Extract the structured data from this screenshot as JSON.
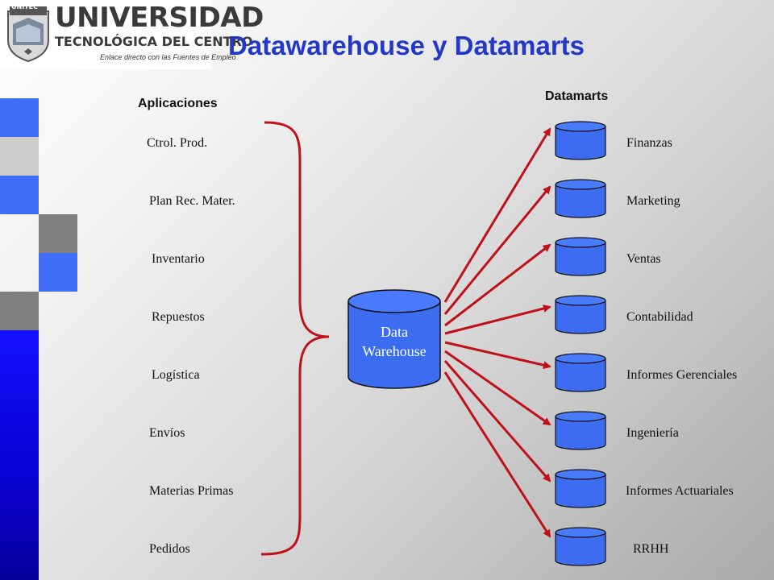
{
  "logo": {
    "badge": "UNITEC",
    "line1": "UNIVERSIDAD",
    "line2": "TECNOLÓGICA DEL CENTRO",
    "line3": "Enlace directo con las Fuentes de Empleo"
  },
  "title": "Datawarehouse y Datamarts",
  "applications": {
    "heading": "Aplicaciones",
    "items": [
      "Ctrol. Prod.",
      "Plan Rec. Mater.",
      "Inventario",
      "Repuestos",
      "Logística",
      "Envíos",
      "Materias Primas",
      "Pedidos"
    ]
  },
  "warehouse": {
    "line1": "Data",
    "line2": "Warehouse"
  },
  "datamarts": {
    "heading": "Datamarts",
    "items": [
      "Finanzas",
      "Marketing",
      "Ventas",
      "Contabilidad",
      "Informes Gerenciales",
      "Ingeniería",
      "Informes Actuariales",
      "RRHH"
    ]
  },
  "colors": {
    "title": "#2438c8",
    "cylinder": "#3c6cf0",
    "arrow": "#c0101a",
    "brace": "#c0101a",
    "sidebar_blue": "#3f6ef5",
    "sidebar_dark_blue": "#0a00dc",
    "sidebar_gray": "#808080",
    "sidebar_light_gray": "#cccccc"
  }
}
